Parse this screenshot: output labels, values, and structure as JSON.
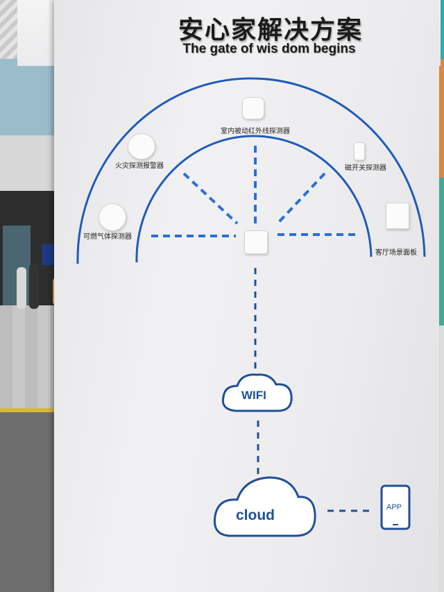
{
  "title_cn": "安心家解决方案",
  "title_en": "The gate of wis dom begins",
  "devices": {
    "pir": "室内被动红外线探测器",
    "fire": "火灾探测报警器",
    "door": "磁开关探测器",
    "gas": "可燃气体探测器",
    "panel": "客厅场景面板"
  },
  "network": {
    "wifi": "WIFI",
    "cloud": "cloud",
    "app": "APP"
  },
  "colors": {
    "accent": "#1f5bb8",
    "dash": "#2a6fd6",
    "title": "#1a1a1a"
  }
}
